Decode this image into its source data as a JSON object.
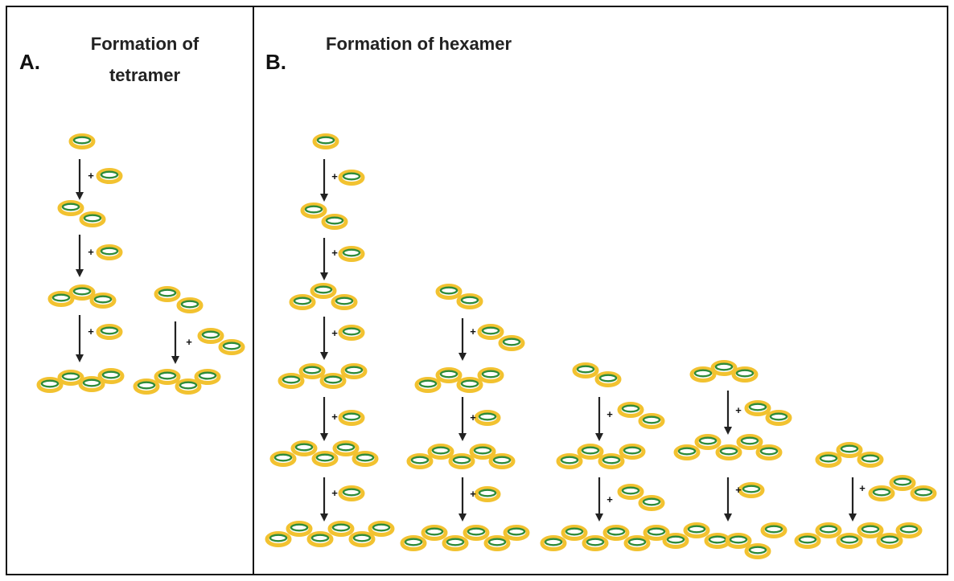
{
  "panels": {
    "a": {
      "letter": "A.",
      "title_line1": "Formation of",
      "title_line2": "tetramer"
    },
    "b": {
      "letter": "B.",
      "title": "Formation of hexamer"
    }
  },
  "symbols": {
    "plus": "+"
  },
  "colors": {
    "ring_outer": "#f2c230",
    "ring_inner": "#2e8b3a",
    "arrow": "#222222",
    "border": "#111111",
    "background": "#ffffff"
  }
}
